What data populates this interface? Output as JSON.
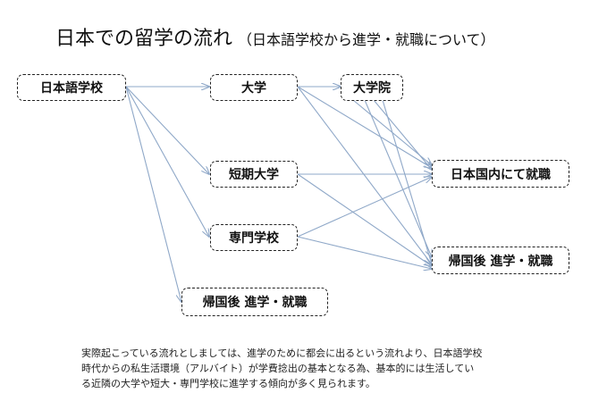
{
  "title": {
    "main": "日本での留学の流れ",
    "sub": "（日本語学校から進学・就職について）"
  },
  "nodes": {
    "japanese_school": "日本語学校",
    "university": "大学",
    "graduate_school": "大学院",
    "junior_college": "短期大学",
    "vocational_school": "専門学校",
    "return_left": "帰国後  進学・就職",
    "employment_japan": "日本国内にて就職",
    "return_right": "帰国後  進学・就職"
  },
  "note": {
    "lines": [
      "実際起こっている流れとしましては、進学のために都会に出るという流れより、日本語学校",
      "時代からの私生活環境（アルバイト）が学費捻出の基本となる為、基本的には生活してい",
      "る近隣の大学や短大・専門学校に進学する傾向が多く見られます。"
    ]
  },
  "colors": {
    "arrow": "#8fa8c8",
    "border": "#222222"
  }
}
